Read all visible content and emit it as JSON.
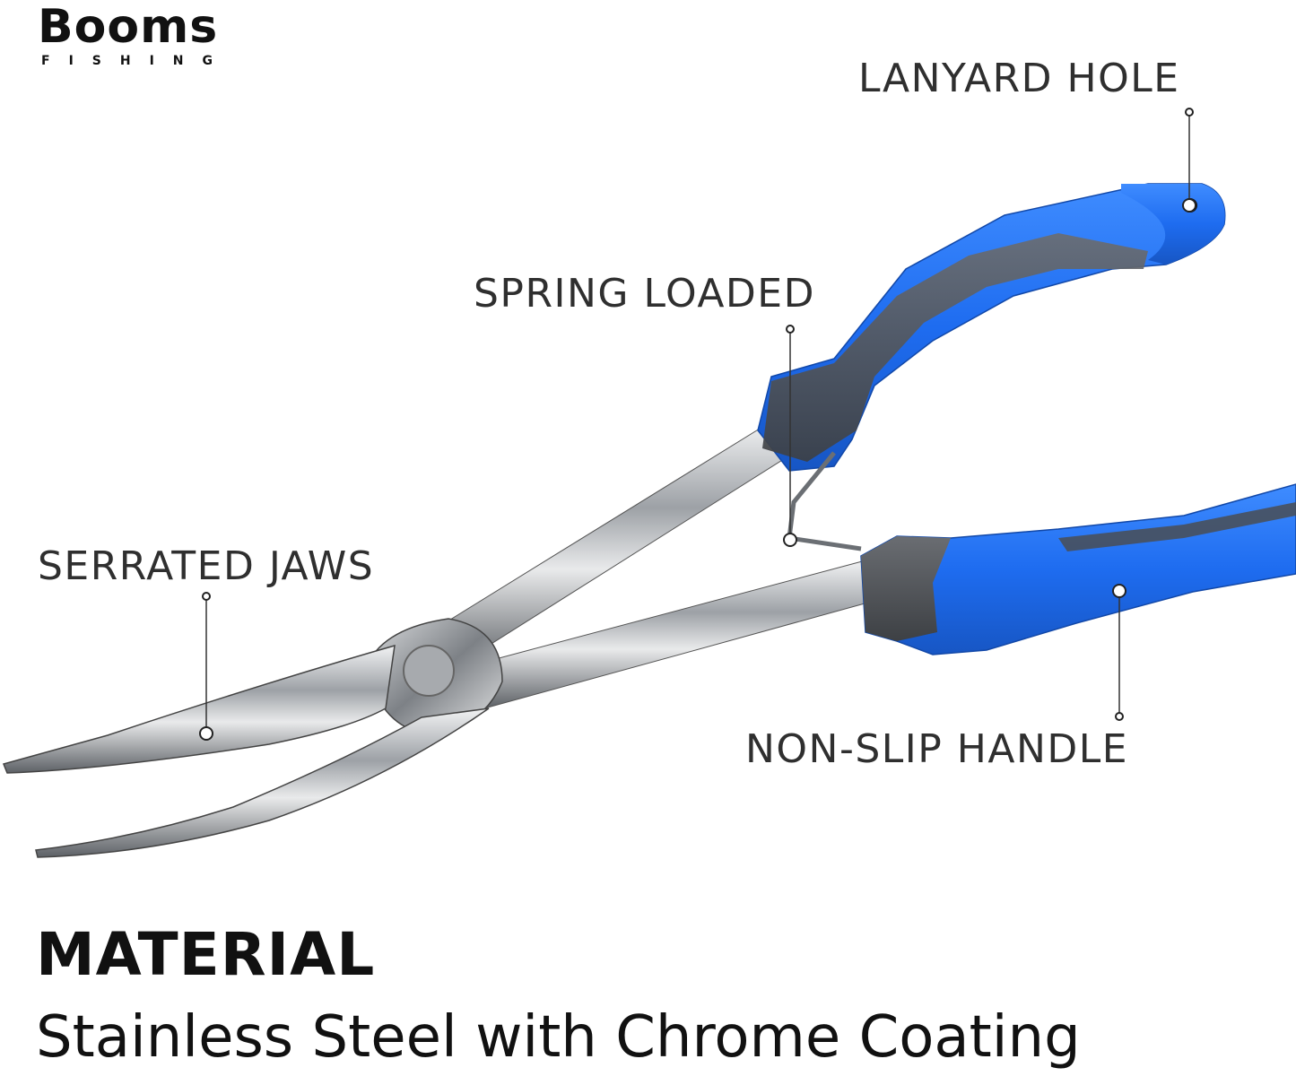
{
  "brand": {
    "name": "Booms",
    "sub": "FISHING"
  },
  "callouts": {
    "lanyard": "LANYARD HOLE",
    "spring": "SPRING LOADED",
    "serrated": "SERRATED JAWS",
    "handle": "NON-SLIP HANDLE"
  },
  "material": {
    "title": "MATERIAL",
    "description": "Stainless Steel with Chrome Coating"
  },
  "colors": {
    "handle_blue": "#1e6cf0",
    "handle_grip": "#505358",
    "steel": "#b9bcc0",
    "text": "#2f2f2f"
  }
}
